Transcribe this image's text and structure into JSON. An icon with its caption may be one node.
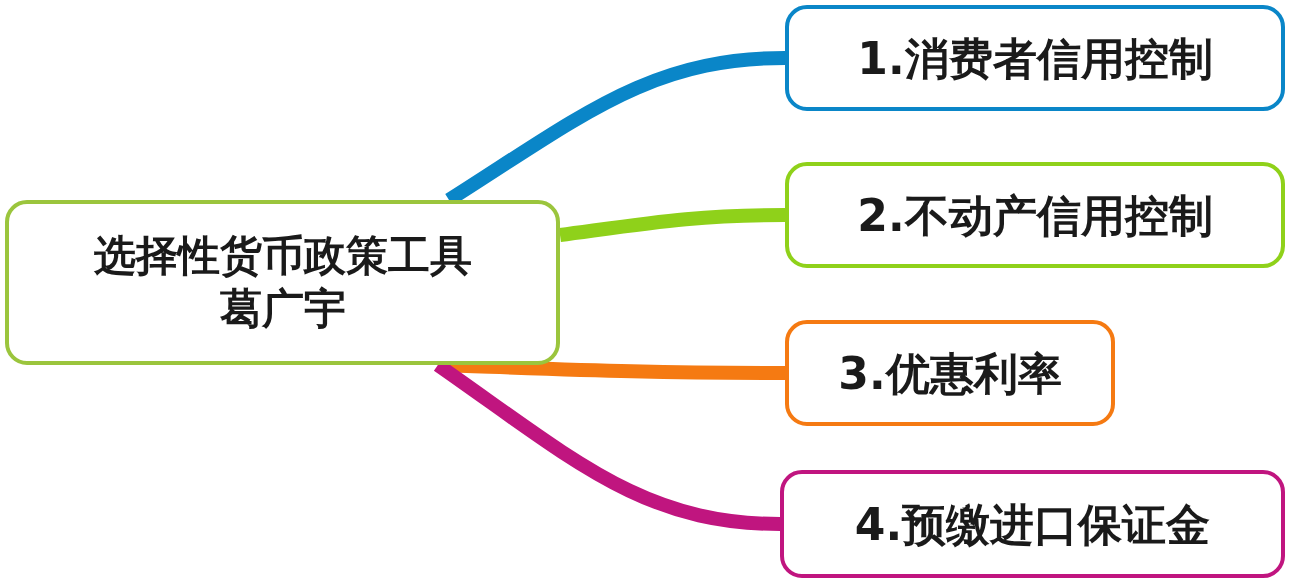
{
  "diagram": {
    "nodes": [
      {
        "text": [
          "选择性货币政策工具",
          "葛广宇"
        ]
      },
      {
        "text": [
          "1.消费者信用控制"
        ]
      },
      {
        "text": [
          "2.不动产信用控制"
        ]
      },
      {
        "text": [
          "3.优惠利率"
        ]
      },
      {
        "text": [
          "4.预缴进口保证金"
        ]
      }
    ],
    "edges": [
      {
        "from": 0,
        "to": 1,
        "arrow": "none",
        "color": "#0a86c8"
      },
      {
        "from": 0,
        "to": 2,
        "arrow": "none",
        "color": "#8fd11a"
      },
      {
        "from": 0,
        "to": 3,
        "arrow": "none",
        "color": "#f57a12"
      },
      {
        "from": 0,
        "to": 4,
        "arrow": "none",
        "color": "#c0157f"
      }
    ]
  }
}
